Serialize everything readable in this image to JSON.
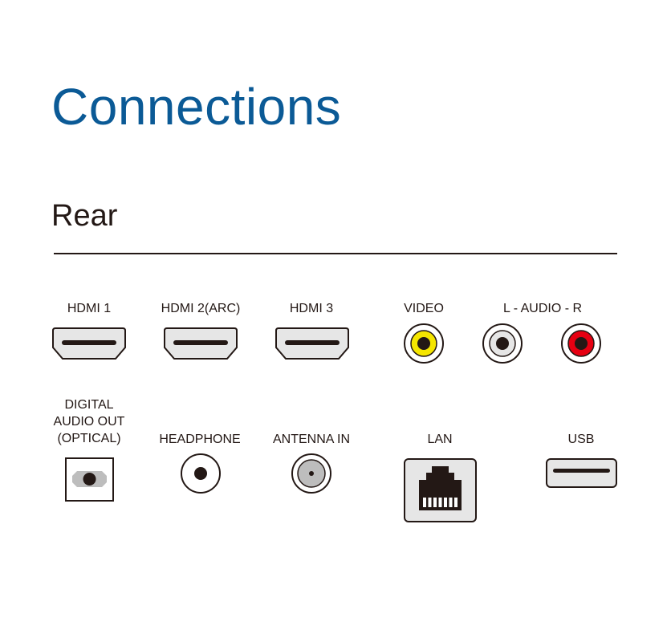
{
  "title": "Connections",
  "section": "Rear",
  "ports": {
    "hdmi1": "HDMI 1",
    "hdmi2": "HDMI 2(ARC)",
    "hdmi3": "HDMI 3",
    "video": "VIDEO",
    "audio": "L - AUDIO - R",
    "optical": [
      "DIGITAL",
      "AUDIO OUT",
      "(OPTICAL)"
    ],
    "headphone": "HEADPHONE",
    "antenna": "ANTENNA IN",
    "lan": "LAN",
    "usb": "USB"
  },
  "colors": {
    "title": "#0b5a96",
    "port_fill": "#e6e6e6",
    "video": "#f5e600",
    "audio_l": "#ffffff",
    "audio_r": "#e60012"
  }
}
